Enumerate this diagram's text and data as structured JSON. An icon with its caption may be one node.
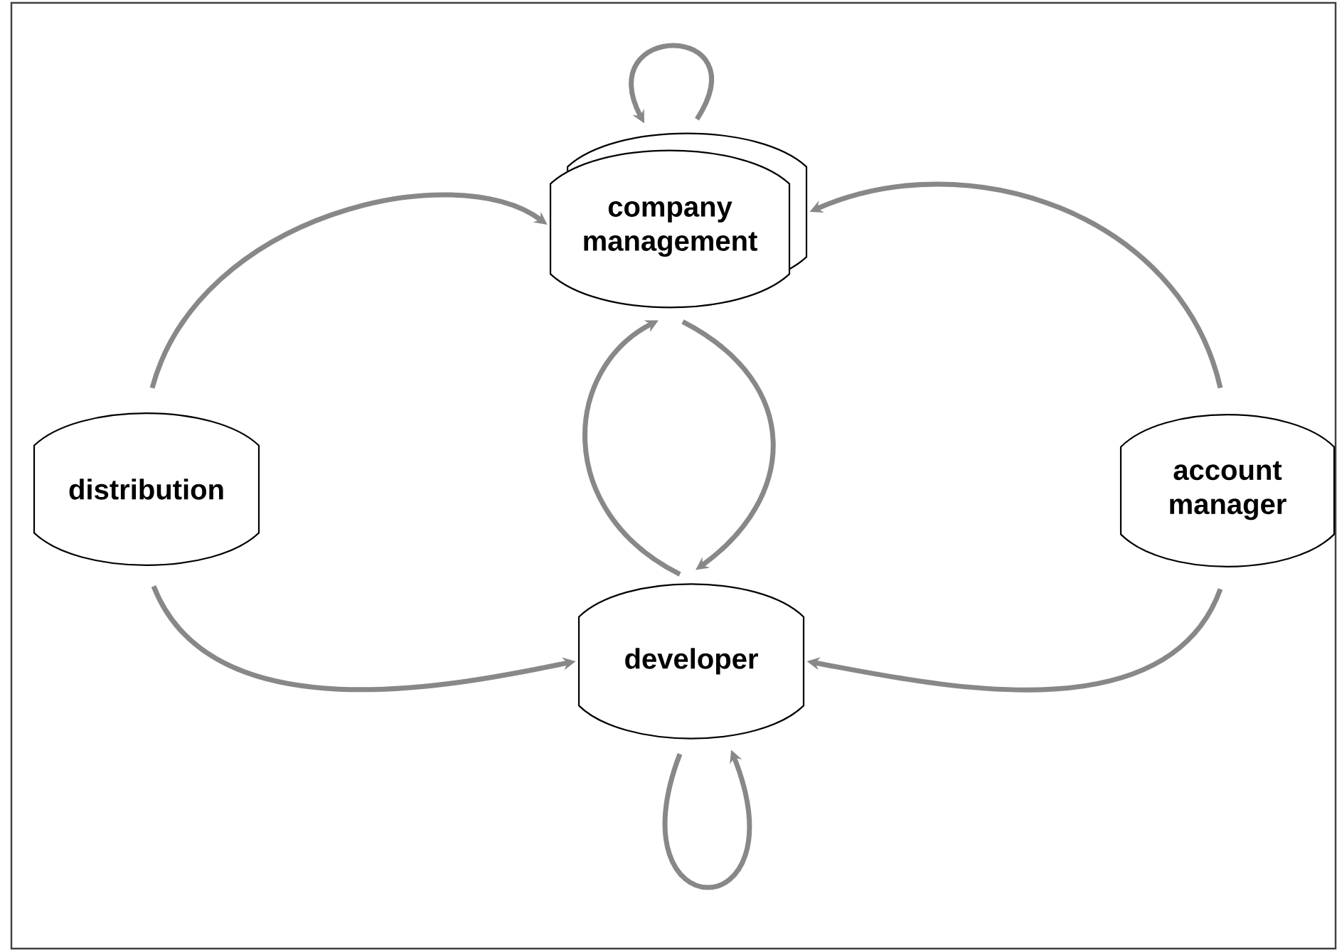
{
  "diagram": {
    "nodes": [
      {
        "text": [
          "company management"
        ]
      },
      {
        "text": [
          "distribution"
        ]
      },
      {
        "text": [
          "account manager"
        ]
      },
      {
        "text": [
          "developer"
        ]
      }
    ],
    "edges": [
      {
        "from": 0,
        "to": 0,
        "arrow": "to"
      },
      {
        "from": 1,
        "to": 0,
        "arrow": "to"
      },
      {
        "from": 2,
        "to": 0,
        "arrow": "to"
      },
      {
        "from": 3,
        "to": 0,
        "arrow": "to"
      },
      {
        "from": 0,
        "to": 3,
        "arrow": "to"
      },
      {
        "from": 1,
        "to": 3,
        "arrow": "to"
      },
      {
        "from": 2,
        "to": 3,
        "arrow": "to"
      },
      {
        "from": 3,
        "to": 3,
        "arrow": "to"
      }
    ]
  }
}
